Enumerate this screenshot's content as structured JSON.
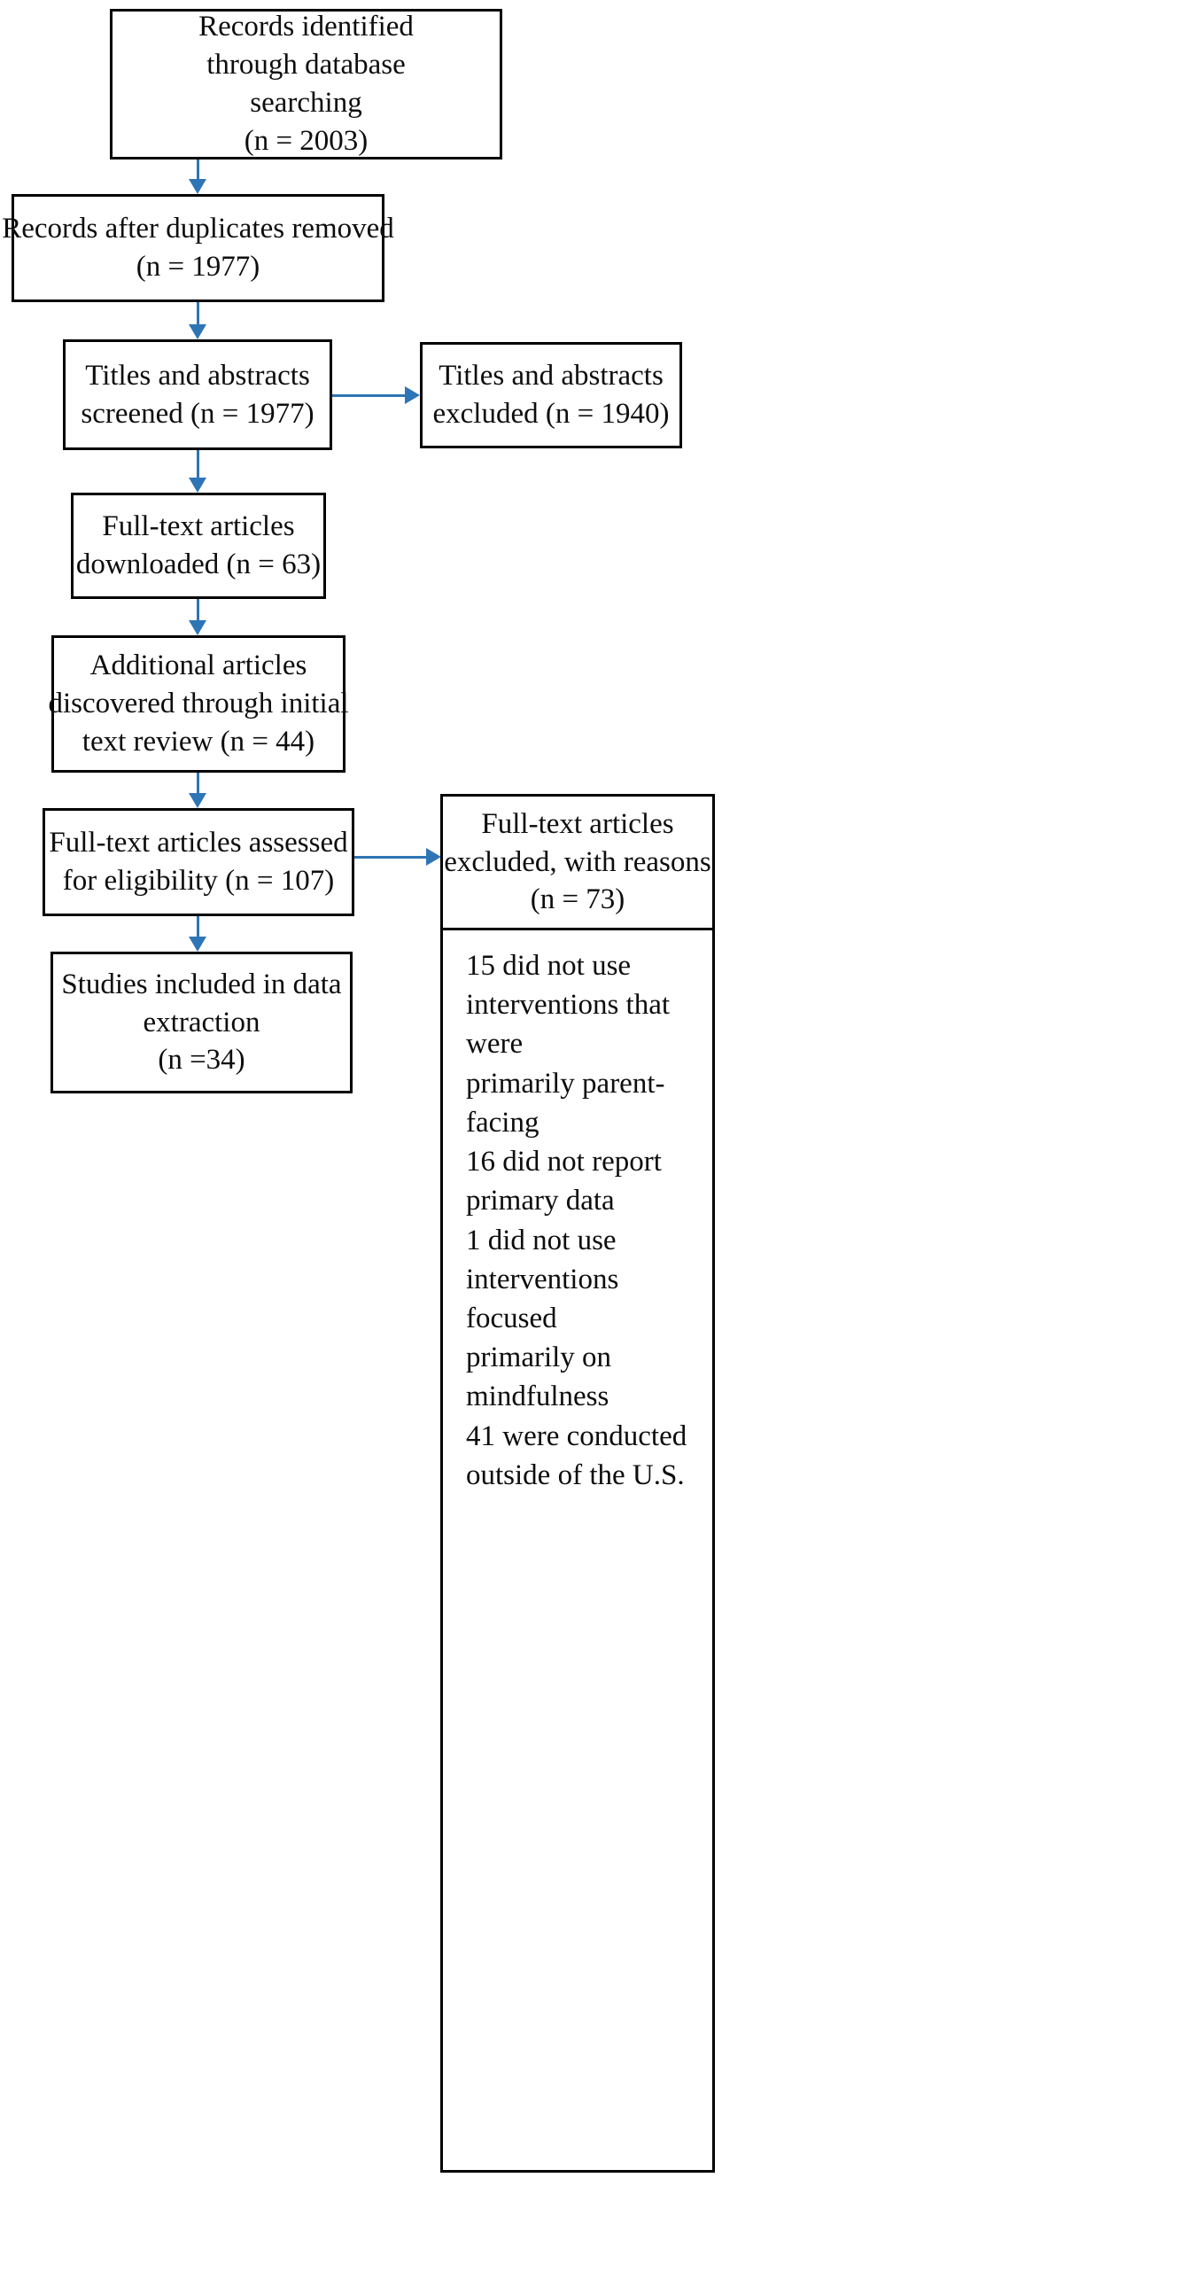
{
  "diagram": {
    "type": "prisma-flow-diagram",
    "arrow_color": "#2E75B6",
    "border_color": "#000000",
    "background_color": "#FFFFFF"
  },
  "boxes": {
    "identified": {
      "lines": [
        "Records identified",
        "through database",
        "searching",
        "(n = 2003)"
      ]
    },
    "duplicates_removed": {
      "lines": [
        "Records after duplicates removed",
        "(n = 1977)"
      ]
    },
    "screened": {
      "lines": [
        "Titles and abstracts",
        "screened (n = 1977)"
      ]
    },
    "screened_excluded": {
      "lines": [
        "Titles and abstracts",
        "excluded (n = 1940)"
      ]
    },
    "fulltext_downloaded": {
      "lines": [
        "Full-text articles",
        "downloaded (n = 63)"
      ]
    },
    "additional_articles": {
      "lines": [
        "Additional articles",
        "discovered through initial",
        "text review (n = 44)"
      ]
    },
    "eligibility": {
      "lines": [
        "Full-text articles assessed",
        "for eligibility (n = 107)"
      ]
    },
    "included": {
      "lines": [
        "Studies included in data",
        "extraction",
        "(n =34)"
      ]
    },
    "fulltext_excluded": {
      "header_lines": [
        "Full-text articles",
        "excluded, with reasons",
        "(n = 73)"
      ],
      "reason_lines": [
        "15 did not use",
        "interventions that were",
        "primarily parent-facing",
        "16 did not report",
        "primary data",
        "1 did not use",
        "interventions focused",
        "primarily on",
        "mindfulness",
        "41 were conducted",
        "outside of the U.S."
      ]
    }
  }
}
